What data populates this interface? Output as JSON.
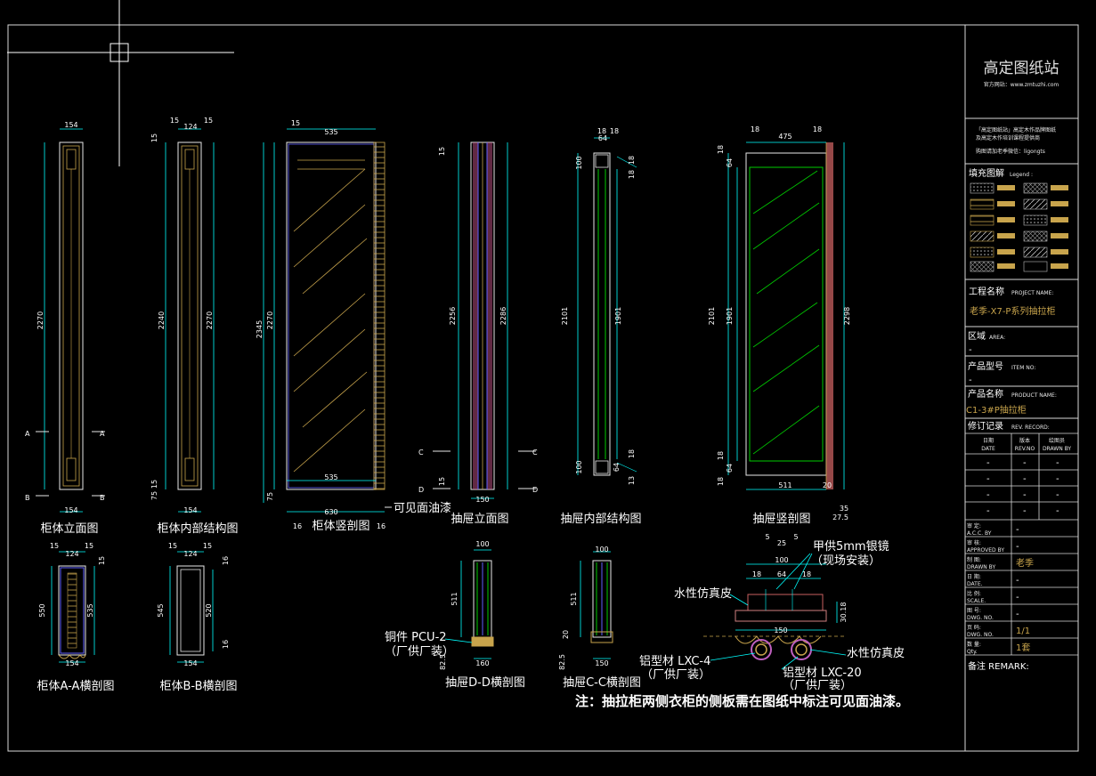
{
  "brand": {
    "name": "高定图纸站",
    "site": "官方网站：www.zmtuzhi.com",
    "blurb1": "「高定图纸站」高定木作品牌图纸",
    "blurb2": "及高定木作培训课程提供商",
    "contact": "购图请加老季微信：ligongts"
  },
  "titleblock": {
    "legend": "填充图解",
    "legend_en": "Legend :",
    "project_label": "工程名称",
    "project_label_en": "PROJECT NAME:",
    "project_value": "老季-X7-P系列抽拉柜",
    "area_label": "区域",
    "area_label_en": "AREA:",
    "area_value": "-",
    "item_label": "产品型号",
    "item_label_en": "ITEM NO:",
    "item_value": "-",
    "product_label": "产品名称",
    "product_label_en": "PRODUCT NAME:",
    "product_value": "C1-3#P抽拉柜",
    "rev_label": "修订记录",
    "rev_label_en": "REV. RECORD:",
    "rev_cols": [
      "日期\nDATE",
      "版本\nREV.NO",
      "绘图员\nDRAWN BY"
    ],
    "rev_rows": [
      [
        "-",
        "-",
        "-"
      ],
      [
        "-",
        "-",
        "-"
      ],
      [
        "-",
        "-",
        "-"
      ],
      [
        "-",
        "-",
        "-"
      ]
    ],
    "fields": [
      {
        "cn": "审 定:",
        "en": "A.C.C. BY",
        "value": "-"
      },
      {
        "cn": "审 核:",
        "en": "APPROVED BY",
        "value": "-"
      },
      {
        "cn": "制 图:",
        "en": "DRAWN BY",
        "value": "老季"
      },
      {
        "cn": "日 期:",
        "en": "DATE.",
        "value": "-"
      },
      {
        "cn": "比 例:",
        "en": "SCALE.",
        "value": "-"
      },
      {
        "cn": "图 号:",
        "en": "DWG. NO.",
        "value": "-"
      },
      {
        "cn": "页 码:",
        "en": "DWG. NO.",
        "value": "1/1"
      },
      {
        "cn": "数 量:",
        "en": "Qty.",
        "value": "1套"
      }
    ],
    "remark": "备注 REMARK:"
  },
  "views": {
    "v1": "柜体立面图",
    "v2": "柜体内部结构图",
    "v3": "柜体竖剖图",
    "v4": "抽屉立面图",
    "v5": "抽屉内部结构图",
    "v6": "抽屉竖剖图",
    "v7": "柜体A-A横剖图",
    "v8": "柜体B-B横剖图",
    "v9": "抽屉D-D横剖图",
    "v10": "抽屉C-C横剖图"
  },
  "annotations": {
    "visible_paint": "可见面油漆",
    "mirror1": "甲供5mm银镜",
    "mirror2": "（现场安装）",
    "pu1": "水性仿真皮",
    "pu2": "水性仿真皮",
    "alu_lxc4": "铝型材 LXC-4",
    "alu_lxc4_sub": "（厂供厂装）",
    "alu_lxc20": "铝型材 LXC-20",
    "alu_lxc20_sub": "（厂供厂装）",
    "copper1": "铜件 PCU-2",
    "copper2": "（厂供厂装）",
    "note": "注：抽拉柜两侧衣柜的侧板需在图纸中标注可见面油漆。"
  },
  "dims": {
    "d154a": "154",
    "d2270a": "2270",
    "d154b": "154",
    "d15a": "15",
    "d124a": "124",
    "d15b": "15",
    "d15c": "15",
    "d2240": "2240",
    "d2270b": "2270",
    "d75a": "75",
    "d154c": "154",
    "d15d": "15",
    "d15e": "15",
    "d535a": "535",
    "d2345": "2345",
    "d2270c": "2270",
    "d75b": "75",
    "d535b": "535",
    "d630": "630",
    "d16a": "16",
    "d16b": "16",
    "d15f": "15",
    "d2256a": "2256",
    "d2286": "2286",
    "d15g": "15",
    "d150a": "150",
    "d18a": "18",
    "d18b": "18",
    "d64a": "64",
    "d100a": "100",
    "d2101a": "2101",
    "d1901a": "1901",
    "d18c": "18",
    "d18d": "18",
    "d100b": "100",
    "d64b": "64",
    "d18e": "18",
    "d13": "13",
    "d18f": "18",
    "d475": "475",
    "d18g": "18",
    "d18h": "18",
    "d64c": "64",
    "d2101b": "2101",
    "d1901b": "1901",
    "d2298": "2298",
    "d18i": "18",
    "d64d": "64",
    "d18j": "18",
    "d511a": "511",
    "d20": "20",
    "d35": "35",
    "d27_5": "27.5",
    "d15h": "15",
    "d124b": "124",
    "d15i": "15",
    "d15j": "15",
    "d550": "550",
    "d535c": "535",
    "d154d": "154",
    "d15k": "15",
    "d124c": "124",
    "d15l": "15",
    "d545": "545",
    "d520": "520",
    "d16c": "16",
    "d16d": "16",
    "d154e": "154",
    "d100c": "100",
    "d511b": "511",
    "d82_5a": "82.5",
    "d160": "160",
    "d100d": "100",
    "d511c": "511",
    "d20b": "20",
    "d82_5b": "82.5",
    "d150b": "150",
    "d5a": "5",
    "d25": "25",
    "d5b": "5",
    "d100e": "100",
    "d18k": "18",
    "d64e": "64",
    "d18l": "18",
    "d3018": "30.18",
    "d150c": "150",
    "secA": "A",
    "secA2": "A",
    "secB": "B",
    "secB2": "B",
    "secC": "C",
    "secC2": "C",
    "secD": "D",
    "secD2": "D"
  }
}
